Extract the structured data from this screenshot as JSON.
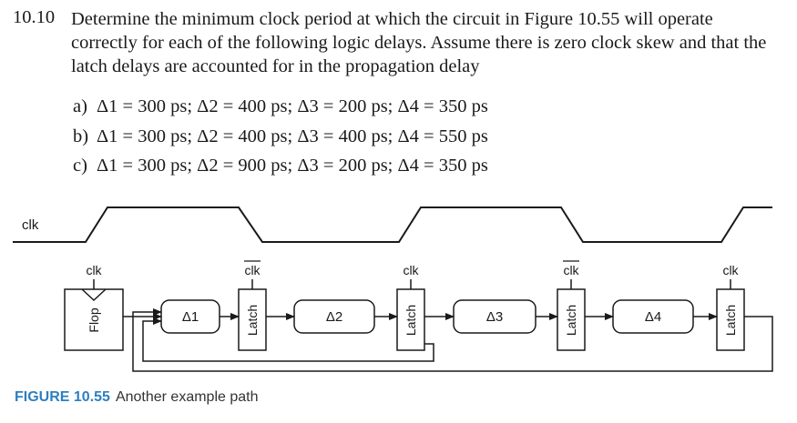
{
  "problem": {
    "number": "10.10",
    "text": "Determine the minimum clock period at which the circuit in Figure 10.55 will operate correctly for each of the following logic delays. Assume there is zero clock skew and that the latch delays are accounted for in the propagation delay",
    "options": [
      {
        "label": "a)",
        "text": "Δ1 = 300 ps; Δ2 = 400 ps; Δ3 = 200 ps; Δ4 = 350 ps"
      },
      {
        "label": "b)",
        "text": "Δ1 = 300 ps; Δ2 = 400 ps; Δ3 = 400 ps; Δ4 = 550 ps"
      },
      {
        "label": "c)",
        "text": "Δ1 = 300 ps; Δ2 = 900 ps; Δ3 = 200 ps; Δ4 = 350 ps"
      }
    ]
  },
  "diagram": {
    "waveform_label": "clk",
    "clock_labels": [
      "clk",
      "clk",
      "clk",
      "clk",
      "clk"
    ],
    "clock_inverted": [
      false,
      true,
      false,
      true,
      false
    ],
    "flop_label": "Flop",
    "latch_label": "Latch",
    "delay_labels": [
      "Δ1",
      "Δ2",
      "Δ3",
      "Δ4"
    ]
  },
  "caption": {
    "figure": "FIGURE 10.55",
    "text": "Another example path"
  }
}
